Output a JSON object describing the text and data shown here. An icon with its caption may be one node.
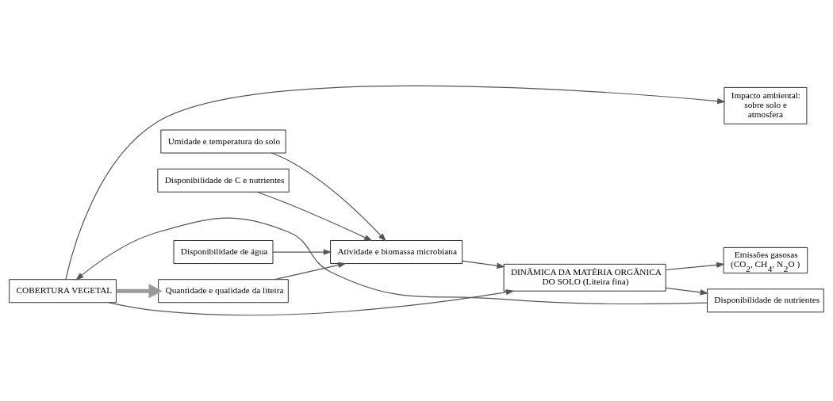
{
  "diagram": {
    "nodes": [
      {
        "text": [
          "Quantidade e qualidade da liteira"
        ]
      },
      {
        "text": [
          "Umidade e temperatura do solo"
        ]
      },
      {
        "text": [
          "Disponibilidade de C e nutrientes"
        ]
      },
      {
        "text": [
          "Disponibilidade de água"
        ]
      },
      {
        "text": [
          "Atividade e biomassa microbiana"
        ]
      },
      {
        "text": [
          "Emissões gasosas (CO$_{2}$, CH$_{4}$, N$_{2}$O )"
        ]
      },
      {
        "text": [
          "COBERTURA VEGETAL"
        ]
      },
      {
        "text": [
          "DINÂMICA DA MATÉRIA ORGÂNICA DO SOLO (Liteira fina)"
        ]
      },
      {
        "text": [
          "Impacto ambiental: sobre solo e atmosfera"
        ]
      },
      {
        "text": [
          "Disponibilidade de nutrientes"
        ]
      }
    ],
    "edges": [
      {
        "from": 0,
        "to": 4,
        "arrow": "to"
      },
      {
        "from": 1,
        "to": 4,
        "arrow": "to"
      },
      {
        "from": 2,
        "to": 4,
        "arrow": "to"
      },
      {
        "from": 3,
        "to": 4,
        "arrow": "to"
      },
      {
        "from": 4,
        "to": 7,
        "arrow": "to"
      },
      {
        "from": 7,
        "to": 5,
        "arrow": "to"
      },
      {
        "from": 6,
        "to": 7,
        "arrow": "to"
      },
      {
        "from": 6,
        "to": 8,
        "arrow": "to"
      },
      {
        "from": 7,
        "to": 9,
        "arrow": "to"
      },
      {
        "from": 9,
        "to": 6,
        "arrow": "to"
      },
      {
        "from": 6,
        "to": 0,
        "arrow": "to",
        "style": "thick",
        "color": "#9a9a9a"
      }
    ]
  }
}
